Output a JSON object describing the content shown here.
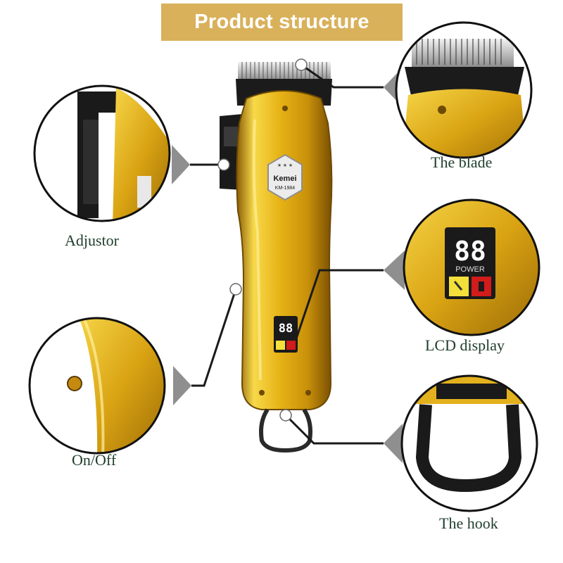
{
  "header": {
    "title": "Product structure"
  },
  "product": {
    "brand": "Kemei",
    "model": "KM-1984",
    "lcd_digits": "88",
    "lcd_caption": "POWER"
  },
  "callouts": {
    "blade": "The blade",
    "adjustor": "Adjustor",
    "lcd": "LCD display",
    "onoff": "On/Off",
    "hook": "The hook"
  },
  "colors": {
    "banner": "#d9b15b",
    "gold": "#e0b21c",
    "label_text": "#1f3d2b",
    "line": "#1a1a1a"
  }
}
